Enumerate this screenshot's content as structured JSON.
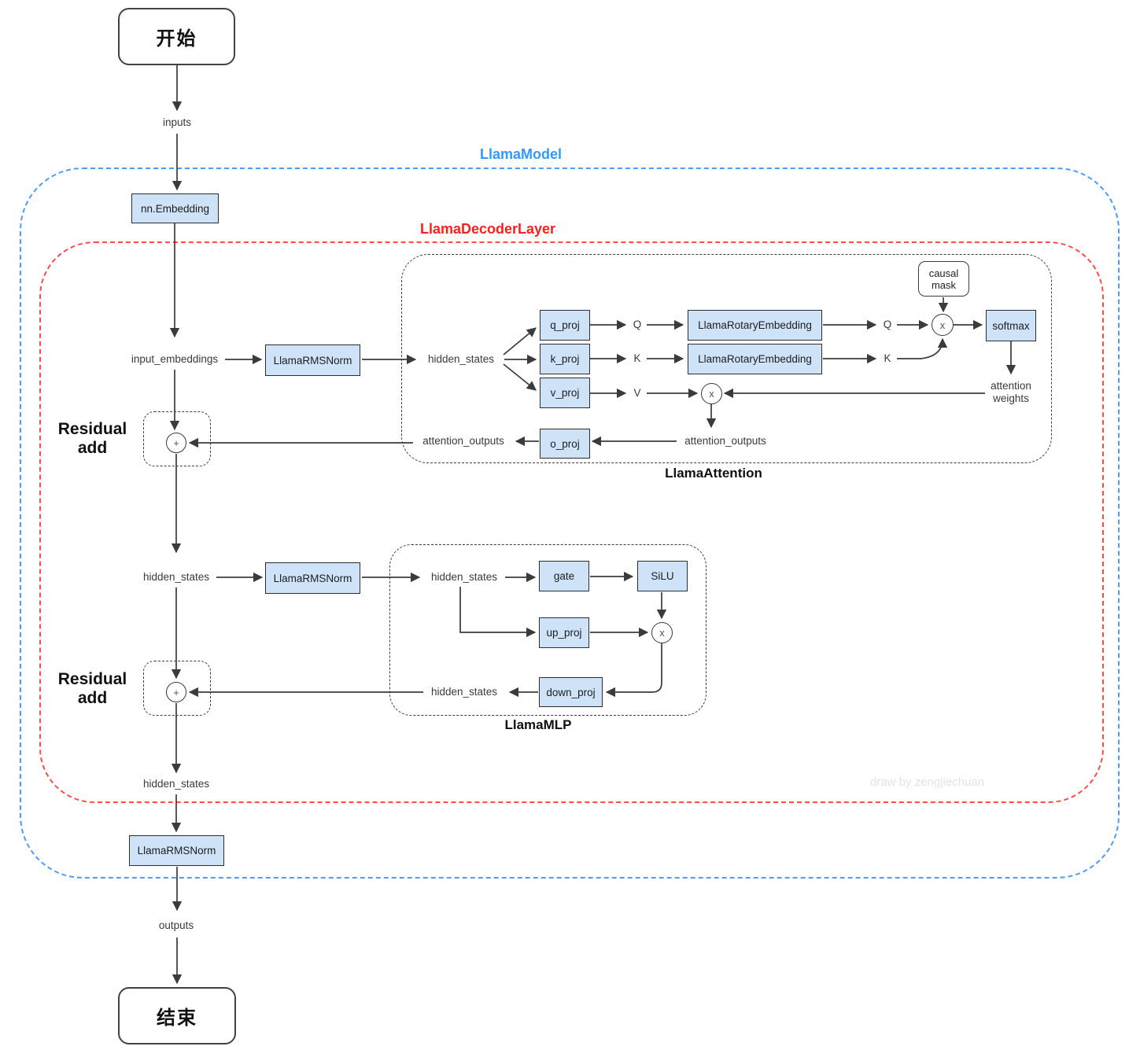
{
  "diagram": {
    "watermark": "draw by zengjiechuan",
    "terminals": {
      "start": "开始",
      "end": "结束"
    },
    "containers": {
      "llama_model": "LlamaModel",
      "llama_decoder_layer": "LlamaDecoderLayer",
      "llama_attention": "LlamaAttention",
      "llama_mlp": "LlamaMLP"
    },
    "nodes": {
      "nn_embedding": "nn.Embedding",
      "llama_rmsnorm": "LlamaRMSNorm",
      "q_proj": "q_proj",
      "k_proj": "k_proj",
      "v_proj": "v_proj",
      "o_proj": "o_proj",
      "llama_rotary_embedding": "LlamaRotaryEmbedding",
      "softmax": "softmax",
      "gate": "gate",
      "silu": "SiLU",
      "up_proj": "up_proj",
      "down_proj": "down_proj"
    },
    "causal_mask": {
      "line1": "causal",
      "line2": "mask"
    },
    "flow_labels": {
      "inputs": "inputs",
      "input_embeddings": "input_embeddings",
      "hidden_states": "hidden_states",
      "attention_outputs": "attention_outputs",
      "outputs": "outputs",
      "q": "Q",
      "k": "K",
      "v": "V",
      "attention_weights_line1": "attention",
      "attention_weights_line2": "weights"
    },
    "operators": {
      "multiply": "x",
      "add": "+"
    },
    "residual_add": {
      "line1": "Residual",
      "line2": "add"
    },
    "colors": {
      "node_fill": "#cfe3f8",
      "node_border": "#2d2d2d",
      "model_accent": "#3399ff",
      "decoder_accent": "#ff1f1f",
      "inner_frame": "#3c3c3c",
      "edge": "#3b3b3b",
      "watermark": "#e4e4e4"
    }
  }
}
